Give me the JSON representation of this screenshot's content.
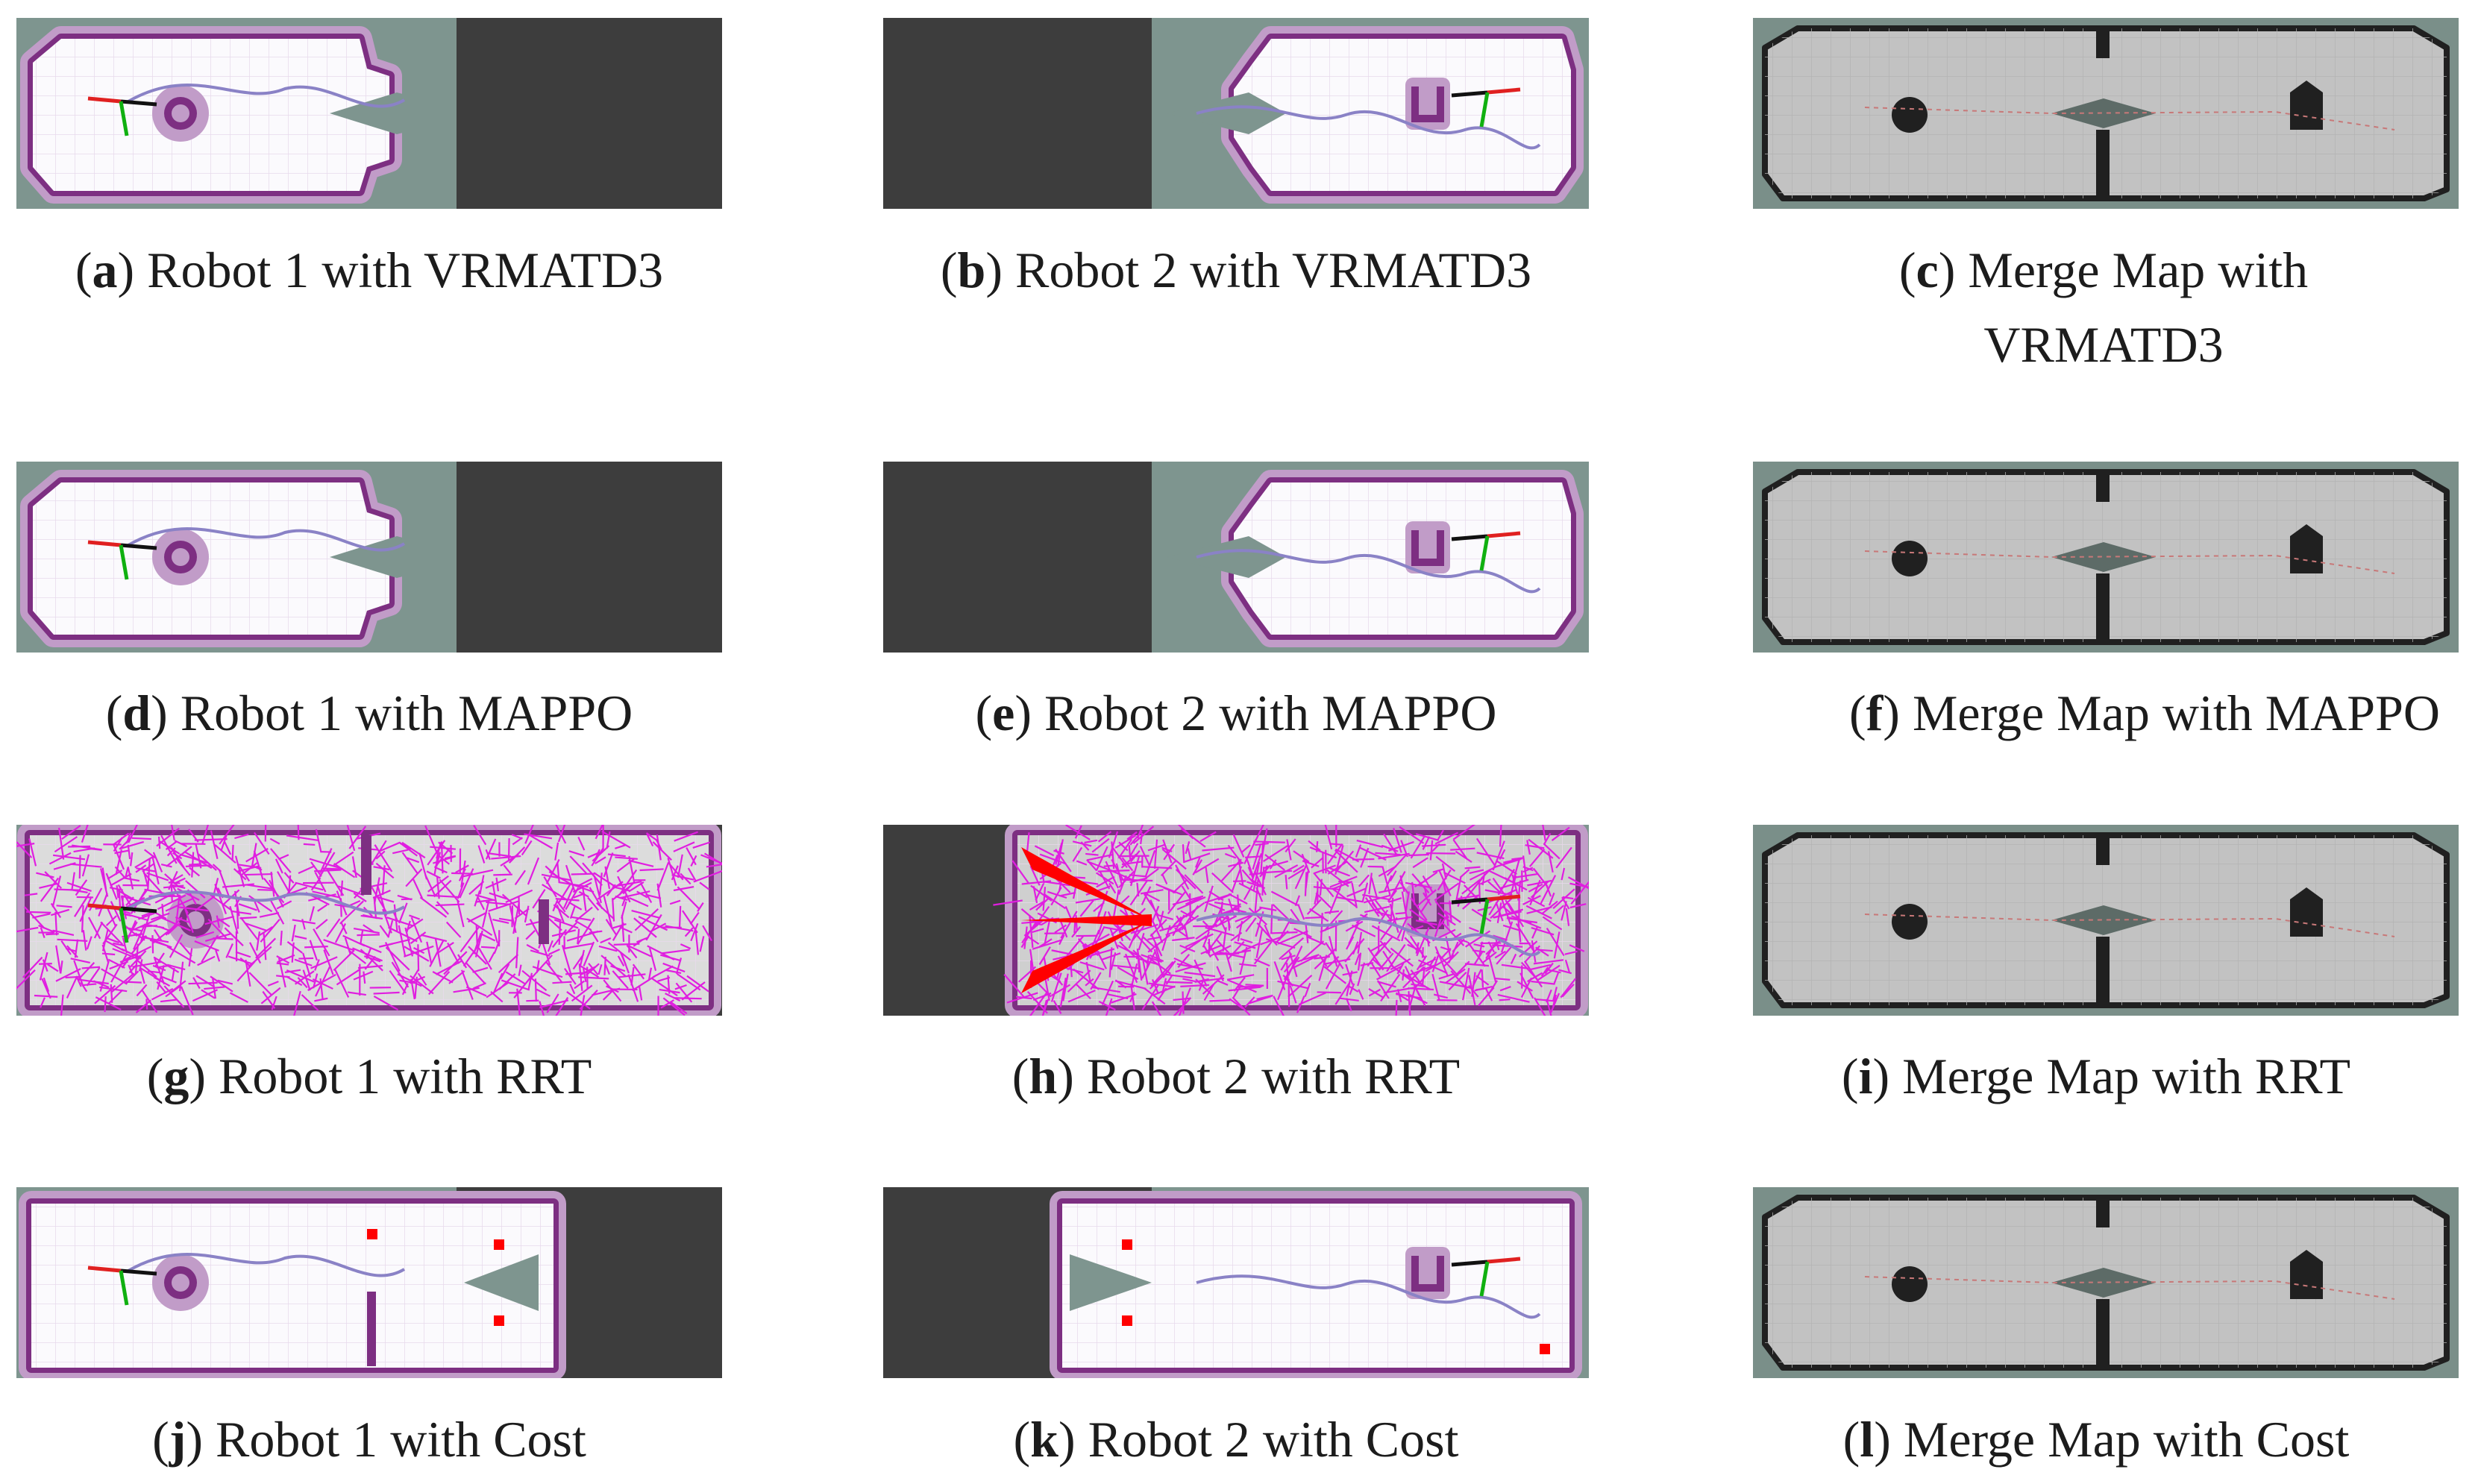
{
  "figure": {
    "rows": [
      {
        "method": "VRMATD3",
        "panels": [
          {
            "letter": "a",
            "caption": "Robot 1 with VRMATD3",
            "view": "robot1"
          },
          {
            "letter": "b",
            "caption": "Robot 2 with VRMATD3",
            "view": "robot2"
          },
          {
            "letter": "c",
            "caption_line1": "Merge Map with",
            "caption_line2": "VRMATD3",
            "view": "merge"
          }
        ]
      },
      {
        "method": "MAPPO",
        "panels": [
          {
            "letter": "d",
            "caption": "Robot 1 with MAPPO",
            "view": "robot1"
          },
          {
            "letter": "e",
            "caption": "Robot 2 with MAPPO",
            "view": "robot2"
          },
          {
            "letter": "f",
            "caption": "Merge Map with MAPPO",
            "view": "merge"
          }
        ]
      },
      {
        "method": "RRT",
        "panels": [
          {
            "letter": "g",
            "caption": "Robot 1 with RRT",
            "view": "robot1-rrt"
          },
          {
            "letter": "h",
            "caption": "Robot 2 with RRT",
            "view": "robot2-rrt"
          },
          {
            "letter": "i",
            "caption": "Merge Map with RRT",
            "view": "merge"
          }
        ]
      },
      {
        "method": "Cost",
        "panels": [
          {
            "letter": "j",
            "caption": "Robot 1 with Cost",
            "view": "robot1-cost"
          },
          {
            "letter": "k",
            "caption": "Robot 2 with Cost",
            "view": "robot2-cost"
          },
          {
            "letter": "l",
            "caption": "Merge Map with Cost",
            "view": "merge"
          }
        ]
      }
    ]
  },
  "colors": {
    "unknown": "#3d3d3d",
    "teal_floor": "#7e958f",
    "free": "#fbfafd",
    "grid": "#e8d9ec",
    "inflation": "#c19cc8",
    "wall": "#7d2f82",
    "trajectory": "#8a82c6",
    "merge_free": "#c2c2c2",
    "merge_wall": "#202020",
    "merge_bg": "#7a8f89",
    "rrt_tree": "#e01ee0",
    "frontier": "#ff0000",
    "axis_x": "#e02020",
    "axis_y": "#10b010"
  }
}
